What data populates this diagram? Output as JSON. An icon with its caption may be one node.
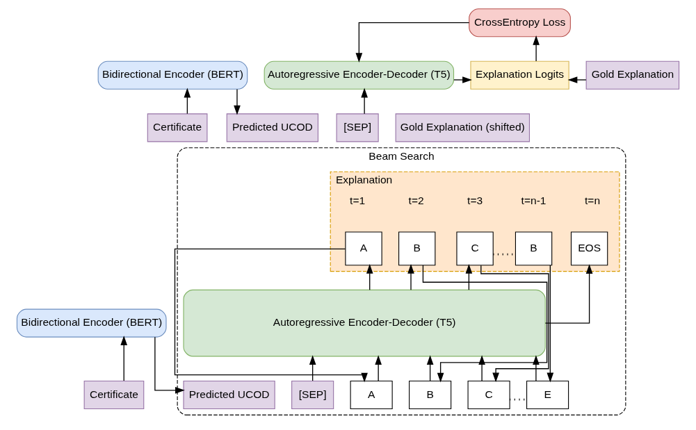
{
  "diagram": {
    "nodes": [
      {
        "text": [
          "Bidirectional Encoder (BERT)"
        ]
      },
      {
        "text": [
          "Certificate"
        ]
      },
      {
        "text": [
          "Autoregressive Encoder-Decoder (T5)"
        ]
      },
      {
        "text": [
          "CrossEntropy Loss"
        ]
      },
      {
        "text": [
          "Explanation Logits"
        ]
      },
      {
        "text": [
          "Gold Explanation"
        ]
      },
      {
        "text": [
          "Predicted UCOD"
        ]
      },
      {
        "text": [
          "[SEP]"
        ]
      },
      {
        "text": [
          "Gold Explanation (shifted)"
        ]
      },
      {
        "text": [
          "Bidirectional Encoder (BERT)"
        ]
      },
      {
        "text": [
          "Certificate"
        ]
      },
      {
        "text": [
          "Beam Search"
        ]
      },
      {
        "text": [
          "Explanation"
        ],
        "in": 11
      },
      {
        "text": [
          "A"
        ],
        "in": 12,
        "beside": [
          "t=1"
        ]
      },
      {
        "text": [
          "B"
        ],
        "in": 12,
        "beside": [
          "t=2"
        ]
      },
      {
        "text": [
          "C"
        ],
        "in": 12,
        "beside": [
          "t=3"
        ]
      },
      {
        "text": [
          "B"
        ],
        "in": 12,
        "beside": [
          "t=n-1"
        ]
      },
      {
        "text": [
          "EOS"
        ],
        "in": 12,
        "beside": [
          "t=n"
        ]
      },
      {
        "text": [
          "Autoregressive Encoder-Decoder (T5)"
        ],
        "in": 11
      },
      {
        "text": [
          "Predicted UCOD"
        ],
        "in": 11
      },
      {
        "text": [
          "[SEP]"
        ],
        "in": 11
      },
      {
        "text": [
          "A"
        ],
        "in": 11
      },
      {
        "text": [
          "B"
        ],
        "in": 11
      },
      {
        "text": [
          "C"
        ],
        "in": 11
      },
      {
        "text": [
          "E"
        ],
        "in": 11
      }
    ],
    "edges": [
      {
        "from": 1,
        "to": 0,
        "arrow": "to"
      },
      {
        "from": 0,
        "to": 6,
        "arrow": "to"
      },
      {
        "from": 7,
        "to": 2,
        "arrow": "to"
      },
      {
        "from": 2,
        "to": 4,
        "arrow": "to"
      },
      {
        "from": 5,
        "to": 4,
        "arrow": "to"
      },
      {
        "from": 4,
        "to": 3,
        "arrow": "to"
      },
      {
        "from": 3,
        "to": 2,
        "arrow": "to"
      },
      {
        "from": 10,
        "to": 9,
        "arrow": "to"
      },
      {
        "from": 9,
        "to": 19,
        "arrow": "to"
      },
      {
        "from": 20,
        "to": 18,
        "arrow": "to"
      },
      {
        "from": 18,
        "to": 13,
        "arrow": "to"
      },
      {
        "from": 18,
        "to": 14,
        "arrow": "to"
      },
      {
        "from": 18,
        "to": 15,
        "arrow": "to"
      },
      {
        "from": 18,
        "to": 17,
        "arrow": "to"
      },
      {
        "from": 21,
        "to": 18,
        "arrow": "to"
      },
      {
        "from": 22,
        "to": 18,
        "arrow": "to"
      },
      {
        "from": 23,
        "to": 18,
        "arrow": "to"
      },
      {
        "from": 24,
        "to": 18,
        "arrow": "to"
      },
      {
        "from": 13,
        "to": 21,
        "arrow": "to"
      },
      {
        "from": 14,
        "to": 22,
        "arrow": "to"
      },
      {
        "from": 15,
        "to": 23,
        "arrow": "to"
      },
      {
        "from": 16,
        "to": 24,
        "arrow": "to"
      },
      {
        "from": 15,
        "to": 16,
        "arrow": "none",
        "style": "dashed"
      },
      {
        "from": 23,
        "to": 24,
        "arrow": "none",
        "style": "dashed"
      }
    ]
  }
}
